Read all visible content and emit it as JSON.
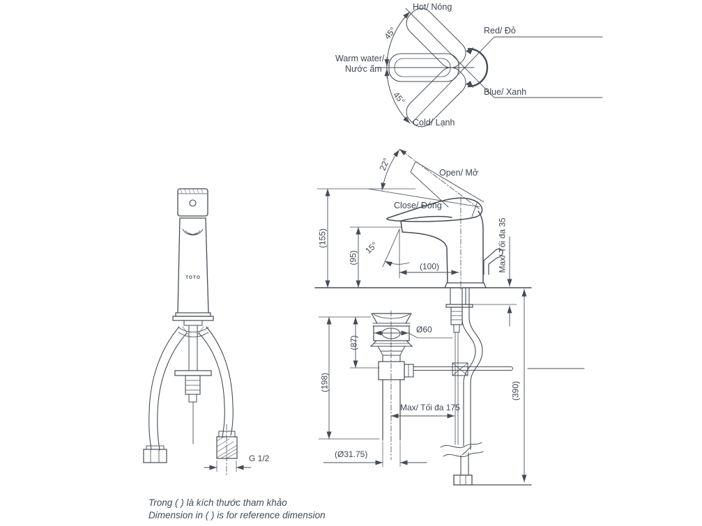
{
  "colors": {
    "line": "#454c55",
    "text": "#3e4650",
    "caption": "#414b55"
  },
  "top_view": {
    "hot": "Hot/ Nóng",
    "red": "Red/ Đỏ",
    "warm_water_1": "Warm water/",
    "warm_water_2": "Nước ấm",
    "blue": "Blue/ Xanh",
    "cold": "Cold/ Lạnh",
    "angle_upper": "45°",
    "angle_lower": "45°"
  },
  "side_view": {
    "open": "Open/ Mở",
    "close": "Close/ Đóng",
    "handle_angle": "22°",
    "spout_angle": "15°",
    "overall_height": "(155)",
    "spout_height": "(95)",
    "spout_reach": "(100)",
    "max_deck_thickness": "Max/ Tối đa 35",
    "height_below_deck": "(390)"
  },
  "drain_view": {
    "flange_diameter": "Ø60",
    "cap_height": "(87)",
    "drain_height": "(198)",
    "max_rod_reach": "Max/ Tối đa 175",
    "pipe_diameter": "(Ø31.75)"
  },
  "front_view": {
    "brand": "TOTO",
    "thread_size": "G 1/2"
  },
  "caption": {
    "line_vi": "Trong ( ) là kích thước tham khảo",
    "line_en": "Dimension in ( ) is for reference dimension"
  }
}
